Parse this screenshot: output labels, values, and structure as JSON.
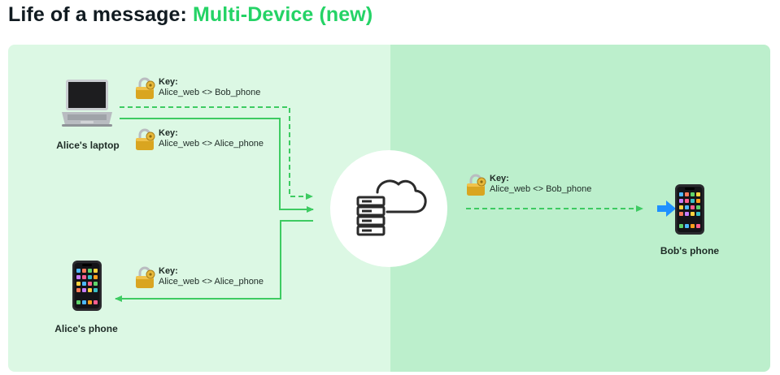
{
  "title": {
    "prefix": "Life of a message: ",
    "highlight": "Multi-Device (new)"
  },
  "devices": {
    "alice_laptop": "Alice's laptop",
    "alice_phone": "Alice's phone",
    "bob_phone": "Bob's phone"
  },
  "keys": [
    {
      "label": "Key:",
      "value": "Alice_web <> Bob_phone"
    },
    {
      "label": "Key:",
      "value": "Alice_web <> Alice_phone"
    },
    {
      "label": "Key:",
      "value": "Alice_web <> Alice_phone"
    },
    {
      "label": "Key:",
      "value": "Alice_web <> Bob_phone"
    }
  ],
  "colors": {
    "accent": "#25d366",
    "arrow": "#3ecb62",
    "panel_left": "#dcf8e4",
    "panel_right": "#bcefcc",
    "title_dark": "#111b21"
  },
  "icons": [
    "laptop-icon",
    "phone-icon",
    "lock-icon",
    "server-cloud-icon",
    "forward-arrow-icon"
  ]
}
